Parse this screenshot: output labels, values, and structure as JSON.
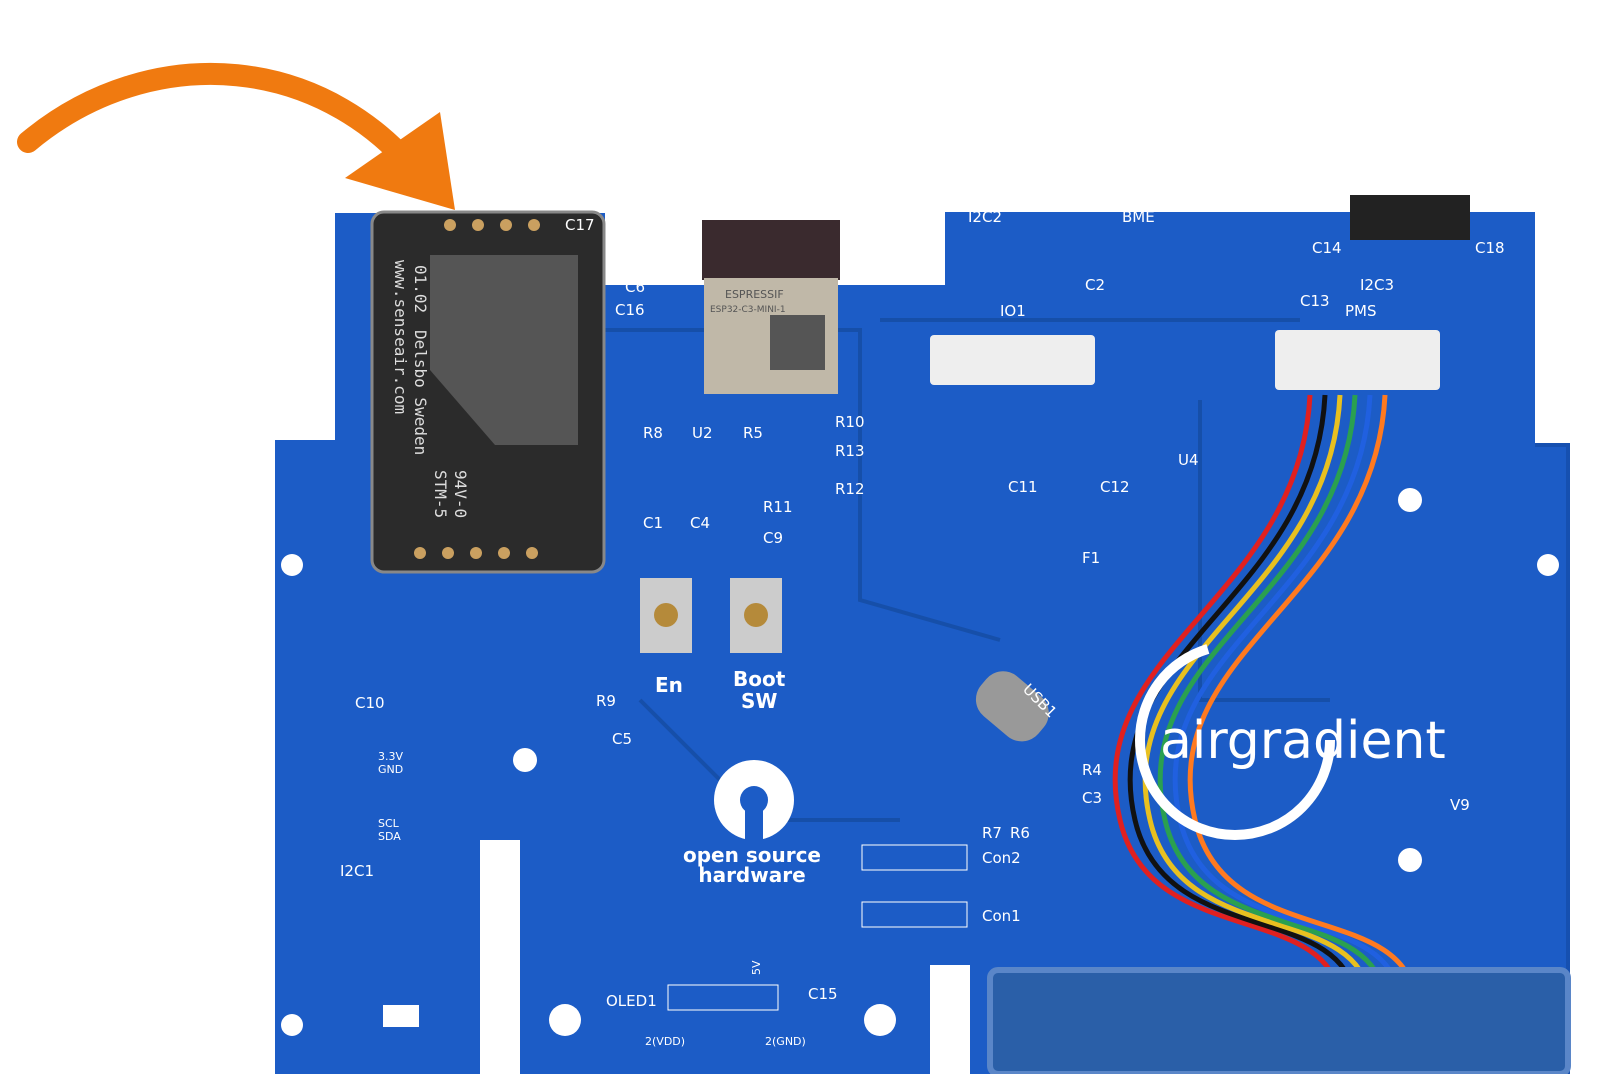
{
  "colors": {
    "board": "#1c5cc6",
    "arrow": "#f07a10",
    "sensor": "#1a1a1a",
    "background": "#ffffff"
  },
  "sensor_module": {
    "brand": "www.senseair.com",
    "origin": "Delsbo Sweden",
    "version": "01.02",
    "model": "STM-5",
    "rating": "94V-0"
  },
  "esp_module": {
    "brand": "ESPRESSIF",
    "model": "ESP32-C3-MINI-1"
  },
  "board": {
    "brand": "airgradient",
    "version": "V9",
    "osh_line1": "open source",
    "osh_line2": "hardware",
    "labels": {
      "c17": "C17",
      "c6": "C6",
      "c16": "C16",
      "i2c2": "I2C2",
      "bme": "BME",
      "c14": "C14",
      "c18": "C18",
      "c2": "C2",
      "i2c3": "I2C3",
      "io1": "IO1",
      "pms": "PMS",
      "c13": "C13",
      "r8": "R8",
      "u2": "U2",
      "r5": "R5",
      "r10": "R10",
      "r13": "R13",
      "r12": "R12",
      "c4": "C4",
      "r11": "R11",
      "c1": "C1",
      "c9": "C9",
      "u4": "U4",
      "c11": "C11",
      "c12": "C12",
      "f1": "F1",
      "en": "En",
      "boot": "Boot",
      "sw": "SW",
      "r9": "R9",
      "c5": "C5",
      "c10": "C10",
      "usb1": "USB1",
      "r4": "R4",
      "c3": "C3",
      "r7": "R7",
      "r6": "R6",
      "con2": "Con2",
      "con1": "Con1",
      "i2c1": "I2C1",
      "pin33": "3.3V",
      "gnd": "GND",
      "scl": "SCL",
      "sda": "SDA",
      "oled1": "OLED1",
      "c15": "C15",
      "v5": "5V",
      "vdd": "2(VDD)",
      "gnd2": "2(GND)"
    }
  }
}
